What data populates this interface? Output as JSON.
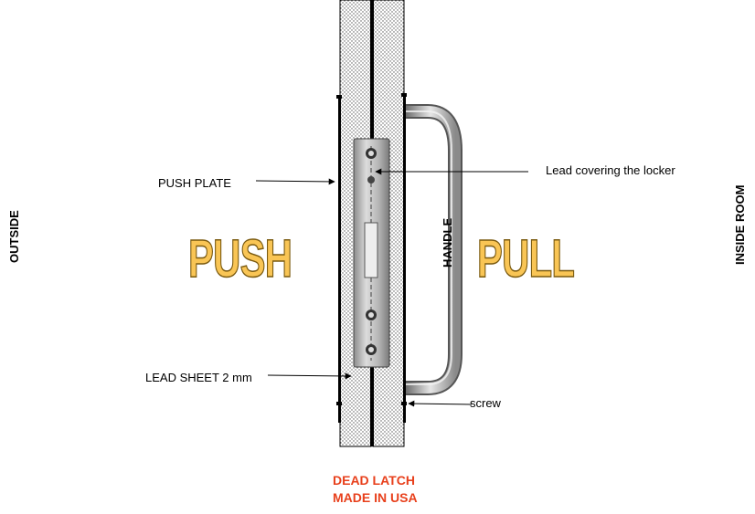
{
  "labels": {
    "outside": "OUTSIDE",
    "inside_room": "INSIDE ROOM",
    "push": "PUSH",
    "pull": "PULL",
    "handle": "HANDLE",
    "push_plate": "PUSH PLATE",
    "lead_covering": "Lead covering the locker",
    "lead_sheet": "LEAD SHEET 2 mm",
    "screw": "screw",
    "dead_latch": "DEAD LATCH",
    "made_in_usa": "MADE IN USA"
  },
  "colors": {
    "push_pull_fill": "#F9C555",
    "red_text": "#e8401c"
  }
}
